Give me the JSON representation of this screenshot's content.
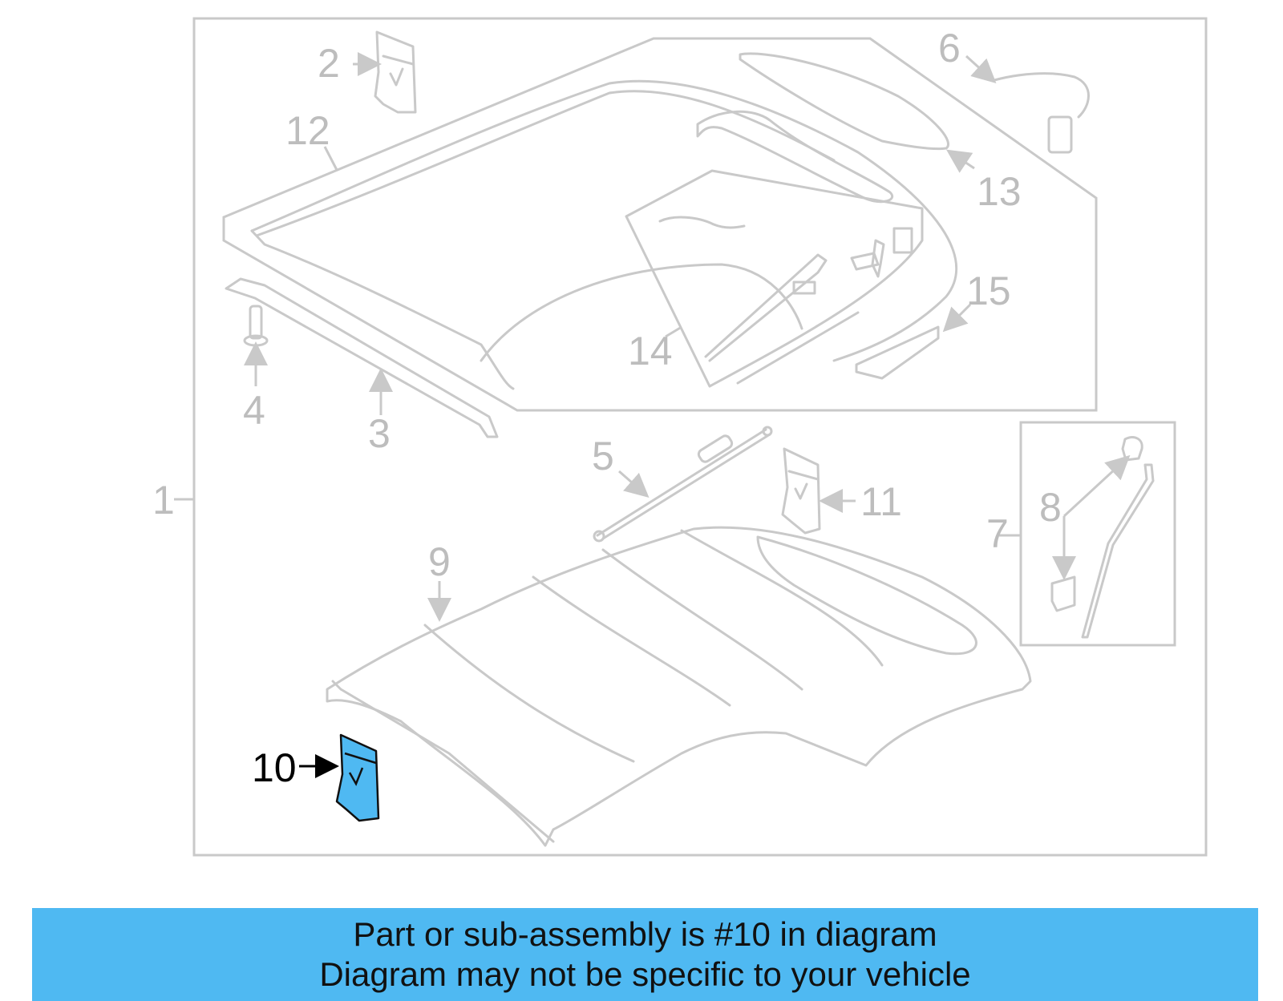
{
  "diagram": {
    "highlighted_callout": "10",
    "highlight_color": "#4fb9f2",
    "line_color": "#c9c9c9",
    "callouts": [
      {
        "id": "1",
        "label": "1"
      },
      {
        "id": "2",
        "label": "2"
      },
      {
        "id": "3",
        "label": "3"
      },
      {
        "id": "4",
        "label": "4"
      },
      {
        "id": "5",
        "label": "5"
      },
      {
        "id": "6",
        "label": "6"
      },
      {
        "id": "7",
        "label": "7"
      },
      {
        "id": "8",
        "label": "8"
      },
      {
        "id": "9",
        "label": "9"
      },
      {
        "id": "10",
        "label": "10"
      },
      {
        "id": "11",
        "label": "11"
      },
      {
        "id": "12",
        "label": "12"
      },
      {
        "id": "13",
        "label": "13"
      },
      {
        "id": "14",
        "label": "14"
      },
      {
        "id": "15",
        "label": "15"
      }
    ]
  },
  "banner": {
    "background": "#4fb9f2",
    "line1": "Part or sub-assembly is #10 in diagram",
    "line2": "Diagram may not be specific to your vehicle"
  }
}
